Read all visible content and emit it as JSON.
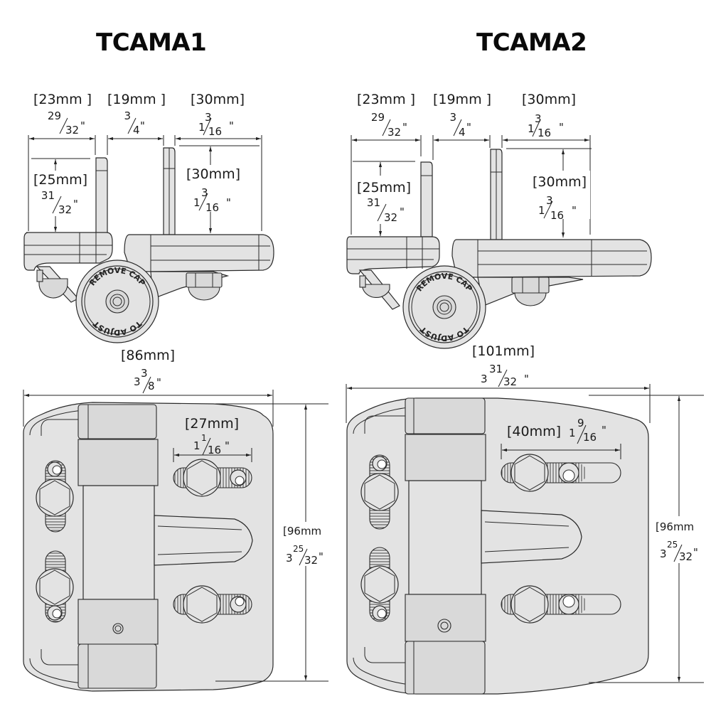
{
  "models": [
    {
      "name": "TCAMA1",
      "side_view": {
        "width_left": {
          "mm": "[23mm ]",
          "inch_whole": "",
          "inch_num": "29",
          "inch_den": "32",
          "inch_mark": "\""
        },
        "width_gap": {
          "mm": "[19mm ]",
          "inch_whole": "",
          "inch_num": "3",
          "inch_den": "4",
          "inch_mark": "\""
        },
        "width_right": {
          "mm": "[30mm]",
          "inch_whole": "1",
          "inch_num": "3",
          "inch_den": "16",
          "inch_mark": "\""
        },
        "height_left": {
          "mm": "[25mm]",
          "inch_whole": "",
          "inch_num": "31",
          "inch_den": "32",
          "inch_mark": "\""
        },
        "height_right": {
          "mm": "[30mm]",
          "inch_whole": "1",
          "inch_num": "3",
          "inch_den": "16",
          "inch_mark": "\""
        },
        "cap_text_top": "REMOVE CAP",
        "cap_text_bottom": "TO ADJUST"
      },
      "plate_view": {
        "overall_width": {
          "mm": "[86mm]",
          "inch_whole": "3",
          "inch_num": "3",
          "inch_den": "8",
          "inch_mark": "\""
        },
        "slot_span": {
          "mm": "[27mm]",
          "inch_whole": "1",
          "inch_num": "1",
          "inch_den": "16",
          "inch_mark": "\""
        },
        "overall_height": {
          "mm": "[96mm",
          "inch_whole": "3",
          "inch_num": "25",
          "inch_den": "32",
          "inch_mark": "\""
        }
      }
    },
    {
      "name": "TCAMA2",
      "side_view": {
        "width_left": {
          "mm": "[23mm ]",
          "inch_whole": "",
          "inch_num": "29",
          "inch_den": "32",
          "inch_mark": "\""
        },
        "width_gap": {
          "mm": "[19mm ]",
          "inch_whole": "",
          "inch_num": "3",
          "inch_den": "4",
          "inch_mark": "\""
        },
        "width_right": {
          "mm": "[30mm]",
          "inch_whole": "1",
          "inch_num": "3",
          "inch_den": "16",
          "inch_mark": "\""
        },
        "height_left": {
          "mm": "[25mm]",
          "inch_whole": "",
          "inch_num": "31",
          "inch_den": "32",
          "inch_mark": "\""
        },
        "height_right": {
          "mm": "[30mm]",
          "inch_whole": "1",
          "inch_num": "3",
          "inch_den": "16",
          "inch_mark": "\""
        },
        "cap_text_top": "REMOVE CAP",
        "cap_text_bottom": "TO ADJUST"
      },
      "plate_view": {
        "overall_width": {
          "mm": "[101mm]",
          "inch_whole": "3",
          "inch_num": "31",
          "inch_den": "32",
          "inch_mark": "\""
        },
        "slot_span": {
          "mm": "[40mm]",
          "inch_whole": "1",
          "inch_num": "9",
          "inch_den": "16",
          "inch_mark": "\""
        },
        "overall_height": {
          "mm": "[96mm",
          "inch_whole": "3",
          "inch_num": "25",
          "inch_den": "32",
          "inch_mark": "\""
        }
      }
    }
  ],
  "colors": {
    "part_fill": "#e3e3e3",
    "outline": "#2a2a2a",
    "background": "#ffffff"
  }
}
